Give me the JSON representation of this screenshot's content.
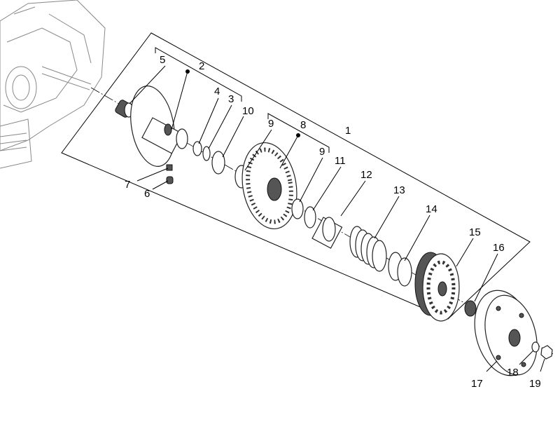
{
  "diagram": {
    "labels": {
      "p1": "1",
      "p2": "2",
      "p3": "3",
      "p4": "4",
      "p5": "5",
      "p6": "6",
      "p7": "7",
      "p8": "8",
      "p9a": "9",
      "p9b": "9",
      "p10": "10",
      "p11": "11",
      "p12": "12",
      "p13": "13",
      "p14": "14",
      "p15": "15",
      "p16": "16",
      "p17": "17",
      "p18": "18",
      "p19": "19"
    }
  }
}
